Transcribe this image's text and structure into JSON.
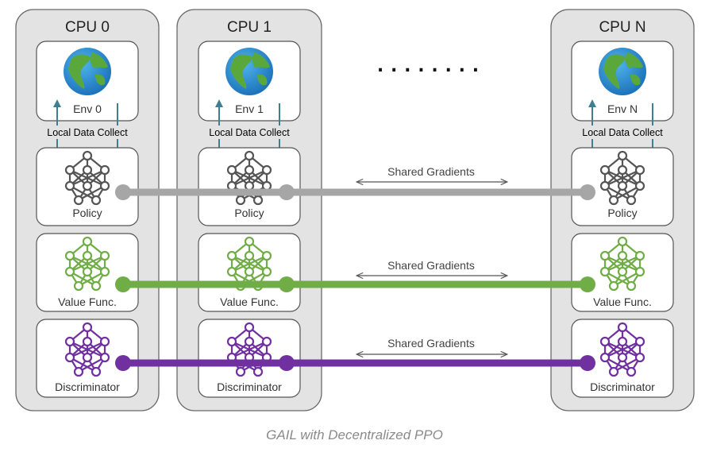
{
  "cpus": [
    {
      "title": "CPU 0",
      "env_label": "Env 0",
      "collect_label": "Local Data Collect"
    },
    {
      "title": "CPU 1",
      "env_label": "Env 1",
      "collect_label": "Local Data Collect"
    },
    {
      "title": "CPU N",
      "env_label": "Env N",
      "collect_label": "Local Data Collect"
    }
  ],
  "modules": [
    {
      "label": "Policy",
      "color": "#555555",
      "line_color": "#a6a6a6",
      "gradient_label": "Shared Gradients"
    },
    {
      "label": "Value Func.",
      "color": "#70ad47",
      "line_color": "#70ad47",
      "gradient_label": "Shared Gradients"
    },
    {
      "label": "Discriminator",
      "color": "#7030a0",
      "line_color": "#7030a0",
      "gradient_label": "Shared Gradients"
    }
  ],
  "ellipsis": "........",
  "caption": "GAIL with Decentralized PPO",
  "icons": {
    "env": "globe-icon",
    "network": "neural-network-icon"
  }
}
